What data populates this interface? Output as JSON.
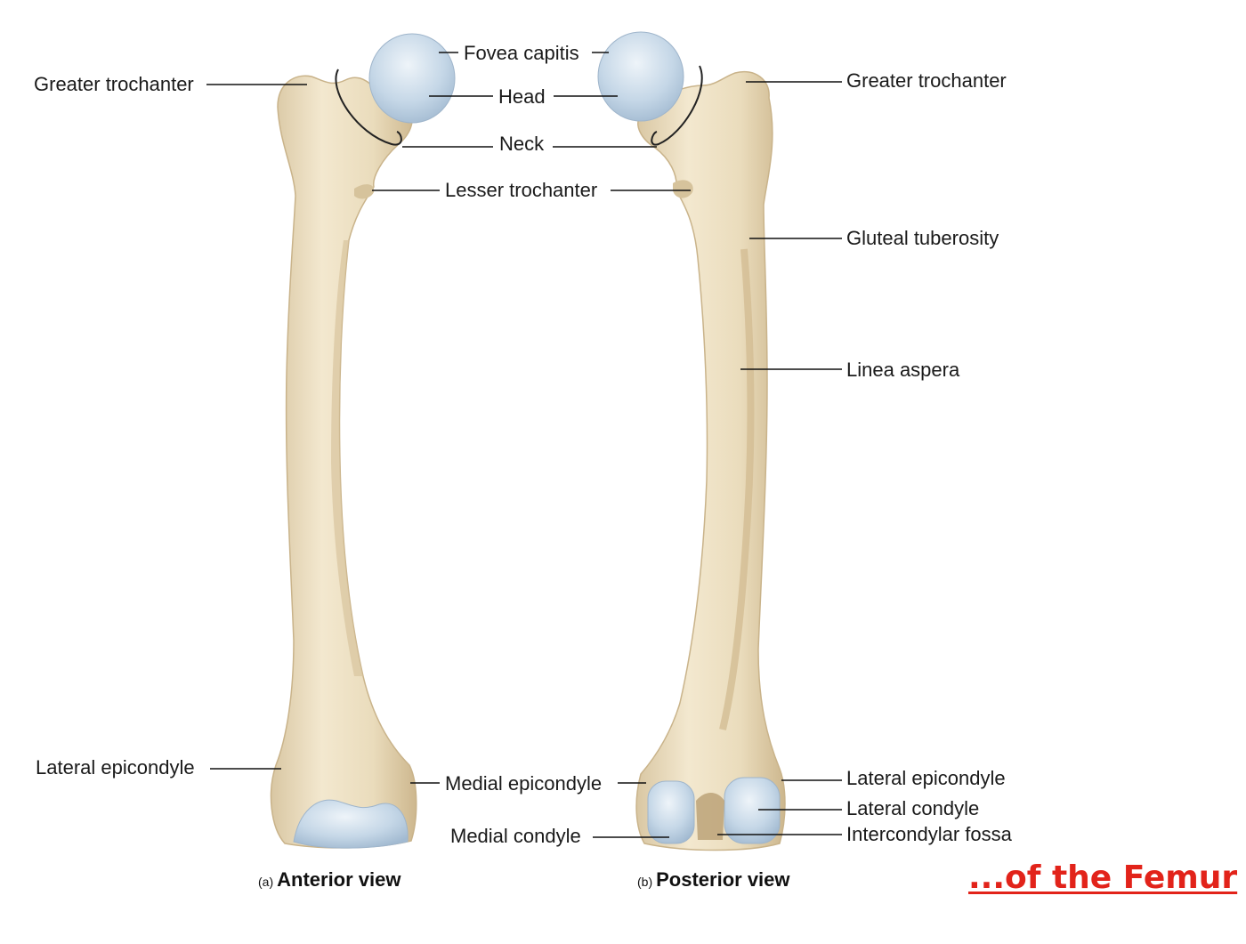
{
  "labels": {
    "fovea_capitis": "Fovea capitis",
    "head": "Head",
    "neck": "Neck",
    "lesser_trochanter": "Lesser trochanter",
    "greater_trochanter_left": "Greater trochanter",
    "greater_trochanter_right": "Greater trochanter",
    "gluteal_tuberosity": "Gluteal tuberosity",
    "linea_aspera": "Linea aspera",
    "lateral_epicondyle_left": "Lateral epicondyle",
    "medial_epicondyle": "Medial epicondyle",
    "medial_condyle": "Medial condyle",
    "lateral_epicondyle_right": "Lateral epicondyle",
    "lateral_condyle": "Lateral condyle",
    "intercondylar_fossa": "Intercondylar fossa"
  },
  "captions": {
    "anterior_letter": "(a)",
    "anterior_view": "Anterior view",
    "posterior_letter": "(b)",
    "posterior_view": "Posterior view"
  },
  "title": "...of the Femur",
  "colors": {
    "bone": "#ecdfc2",
    "bone_shade": "#d2bf98",
    "cartilage": "#b9cde0",
    "cartilage_light": "#dbe7f1",
    "title_red": "#e2231a"
  }
}
